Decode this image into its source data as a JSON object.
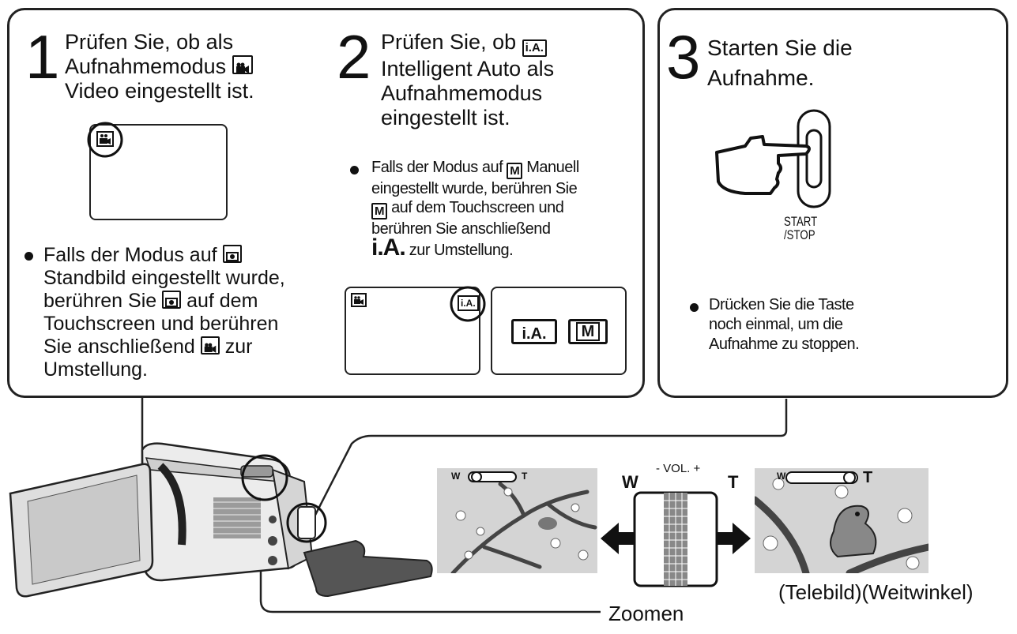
{
  "step1": {
    "number": "1",
    "title_lines": [
      "Prüfen Sie, ob als",
      "Aufnahmemodus",
      "Video eingestellt ist."
    ],
    "bullet_lines": [
      "Falls der Modus auf",
      "Standbild eingestellt wurde,",
      "berühren Sie",
      "auf dem",
      "Touchscreen und berühren",
      "Sie anschließend",
      "zur",
      "Umstellung."
    ]
  },
  "step2": {
    "number": "2",
    "title_lines": [
      "Prüfen Sie, ob",
      "Intelligent Auto als",
      "Aufnahmemodus",
      "eingestellt ist."
    ],
    "bullet_lines": [
      "Falls der Modus auf",
      "Manuell",
      "eingestellt wurde, berühren Sie",
      "auf dem Touchscreen und",
      "berühren Sie anschließend",
      "zur Umstellung."
    ],
    "ia_label": "i.A.",
    "ia_icon_text": "i.A.",
    "m_icon_text": "M",
    "buttons": {
      "ia": "i.A.",
      "m": "M"
    }
  },
  "step3": {
    "number": "3",
    "title_lines": [
      "Starten Sie die",
      "Aufnahme."
    ],
    "button_label_lines": [
      "START",
      "/STOP"
    ],
    "bullet_lines": [
      "Drücken Sie die Taste",
      "noch einmal, um die",
      "Aufnahme zu stoppen."
    ]
  },
  "zoom": {
    "w": "W",
    "t": "T",
    "vol": "- VOL. +",
    "scale_w": "W",
    "scale_t": "T",
    "labels": "(Telebild)(Weitwinkel)",
    "caption": "Zoomen"
  },
  "colors": {
    "line": "#222222",
    "scene_bg": "#d9d9d9",
    "branch": "#555555"
  },
  "icons": [
    "video-mode-icon",
    "still-mode-icon",
    "manual-mode-icon",
    "intelligent-auto-icon",
    "hand-pointer-icon",
    "arrow-left-icon",
    "arrow-right-icon"
  ]
}
